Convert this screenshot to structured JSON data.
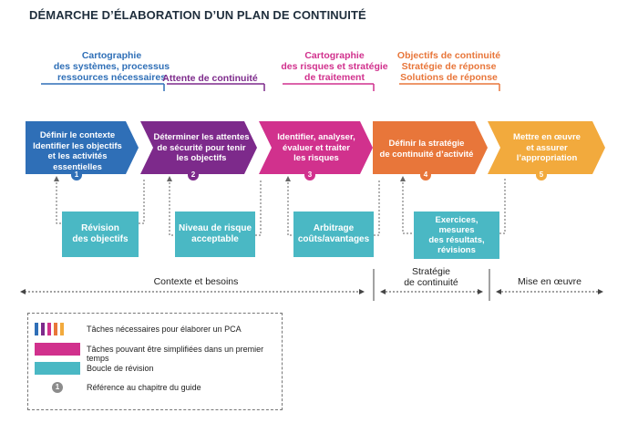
{
  "title": "DÉMARCHE D’ÉLABORATION D’UN PLAN DE CONTINUITÉ",
  "colors": {
    "step1": "#2f6fb7",
    "step2": "#7d2a8b",
    "step3": "#d1318d",
    "step4": "#e8763a",
    "step5": "#f2aa3d",
    "revision": "#4ab8c4",
    "num_gray": "#8c8c8c"
  },
  "top_labels": [
    {
      "text": "Cartographie\ndes systèmes, processus\nressources nécessaires",
      "color": "#2f6fb7"
    },
    {
      "text": "Attente de continuité",
      "color": "#7d2a8b"
    },
    {
      "text": "Cartographie\ndes risques et stratégie\nde traitement",
      "color": "#d1318d"
    },
    {
      "text": "Objectifs de continuité\nStratégie de réponse\nSolutions de réponse",
      "color": "#e8763a"
    }
  ],
  "steps": [
    {
      "text": "Définir le contexte\nIdentifier les objectifs\net les activités\nessentielles",
      "number": "1"
    },
    {
      "text": "Déterminer les attentes\nde sécurité pour tenir\nles objectifs",
      "number": "2"
    },
    {
      "text": "Identifier, analyser,\névaluer et traiter\nles risques",
      "number": "3"
    },
    {
      "text": "Définir la stratégie\nde continuité d’activité",
      "number": "4"
    },
    {
      "text": "Mettre en œuvre\net assurer\nl’appropriation",
      "number": "5"
    }
  ],
  "revision_boxes": [
    {
      "text": "Révision\ndes objectifs"
    },
    {
      "text": "Niveau de risque\nacceptable"
    },
    {
      "text": "Arbitrage\ncoûts/avantages"
    },
    {
      "text": "Exercices,\nmesures\ndes résultats,\nrévisions"
    }
  ],
  "phases": [
    {
      "text": "Contexte et besoins"
    },
    {
      "text": "Stratégie\nde continuité"
    },
    {
      "text": "Mise en œuvre"
    }
  ],
  "legend": {
    "items": [
      {
        "text": "Tâches nécessaires pour élaborer un PCA"
      },
      {
        "text": "Tâches pouvant être simplifiées dans un premier temps"
      },
      {
        "text": "Boucle de révision"
      },
      {
        "text": "Référence au chapitre du guide"
      }
    ],
    "ref_number": "1"
  }
}
